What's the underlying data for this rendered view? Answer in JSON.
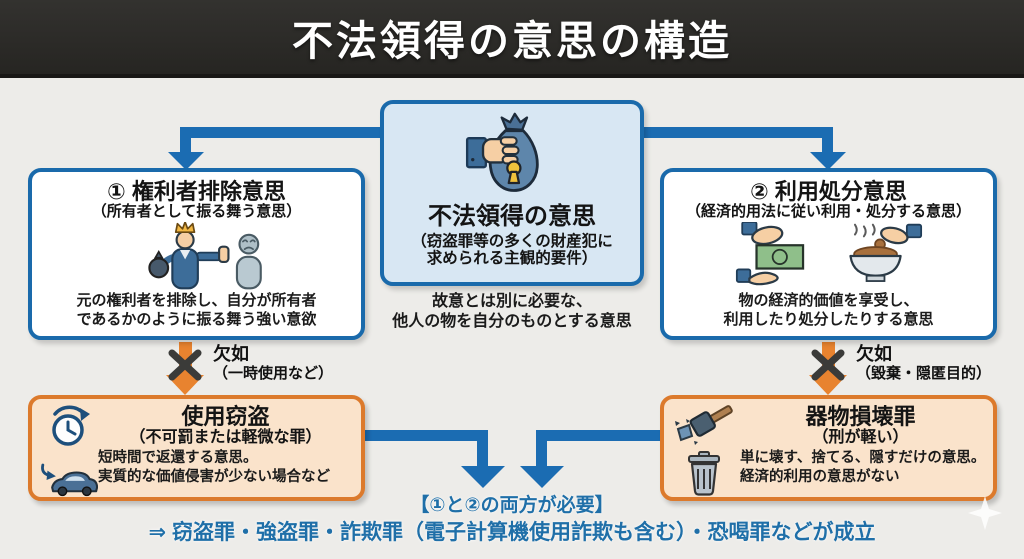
{
  "title": "不法領得の意思の構造",
  "center_box": {
    "title": "不法領得の意思",
    "subtitle_line1": "（窃盗罪等の多くの財産犯に",
    "subtitle_line2": "求められる主観的要件）",
    "note_line1": "故意とは別に必要な、",
    "note_line2": "他人の物を自分のものとする意思"
  },
  "left_box": {
    "title": "① 権利者排除意思",
    "subtitle": "（所有者として振る舞う意思）",
    "body_line1": "元の権利者を排除し、自分が所有者",
    "body_line2": "であるかのように振る舞う強い意欲"
  },
  "right_box": {
    "title": "② 利用処分意思",
    "subtitle": "（経済的用法に従い利用・処分する意思）",
    "body_line1": "物の経済的価値を享受し、",
    "body_line2": "利用したり処分したりする意思"
  },
  "left_lack": {
    "label": "欠如",
    "note": "（一時使用など）"
  },
  "right_lack": {
    "label": "欠如",
    "note": "（毀棄・隠匿目的）"
  },
  "bottom_left_box": {
    "title": "使用窃盗",
    "subtitle": "（不可罰または軽微な罪）",
    "body_line1": "短時間で返還する意思。",
    "body_line2": "実質的な価値侵害が少ない場合など"
  },
  "bottom_right_box": {
    "title": "器物損壊罪",
    "subtitle": "（刑が軽い）",
    "body_line1": "単に壊す、捨てる、隠すだけの意思。",
    "body_line2": "経済的利用の意思がない"
  },
  "conclusion": {
    "line1": "【①と②の両方が必要】",
    "line2": "⇒ 窃盗罪・強盗罪・詐欺罪（電子計算機使用詐欺も含む）・恐喝罪などが成立"
  },
  "icons": {
    "center": "money-bag-in-hand-icon",
    "left": "king-excluding-owner-icon",
    "right_a": "hand-giving-money-icon",
    "right_b": "hand-eating-from-bowl-icon",
    "bottom_left_a": "clock-return-icon",
    "bottom_left_b": "car-with-arrow-icon",
    "bottom_right_a": "hammer-smashing-icon",
    "bottom_right_b": "trash-can-icon",
    "corner": "sparkle-icon"
  },
  "colors": {
    "arrow_blue": "#1b6cb2",
    "box_border_blue": "#1a6aab",
    "center_fill": "#d8e7f3",
    "orange_border": "#dc7a2c",
    "orange_fill": "#fae3cb",
    "orange_arrow": "#e8832f",
    "conclusion_text": "#1f6fa8",
    "titlebar": "#2b2a27"
  }
}
